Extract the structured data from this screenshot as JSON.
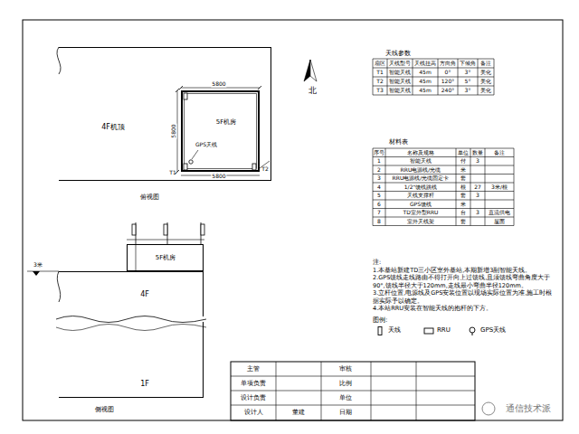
{
  "diagram": {
    "nodes": [
      {
        "text": [
          "4F机顶"
        ]
      },
      {
        "text": [
          "5F机房"
        ],
        "in": 0
      },
      {
        "text": [
          "5F机房"
        ]
      },
      {
        "text": [
          "4F"
        ]
      },
      {
        "text": [
          "1F"
        ]
      }
    ],
    "labels": [
      "俯视图",
      "侧视图",
      "北",
      "5800",
      "5800",
      "5800",
      "GPS天线",
      "T1",
      "T2",
      "3米",
      "天线参数",
      "扇区",
      "天线型号",
      "天线挂高",
      "方向角",
      "下倾角",
      "备注",
      "T1",
      "智能天线",
      "45m",
      "0°",
      "3°",
      "美化",
      "T2",
      "智能天线",
      "45m",
      "120°",
      "5°",
      "美化",
      "T3",
      "智能天线",
      "45m",
      "240°",
      "3°",
      "美化",
      "材料表",
      "序号",
      "名称及规格",
      "单位",
      "数量",
      "备注",
      "1",
      "智能天线",
      "付",
      "3",
      "2",
      "RRU电源线/光缆",
      "米",
      "3",
      "RRU电源线/光缆固定卡",
      "套",
      "4",
      "1/2\"馈线跳线",
      "根",
      "27",
      "3米/根",
      "5",
      "天线支撑杆",
      "套",
      "3",
      "6",
      "GPS馈线",
      "米",
      "7",
      "TD室外型RRU",
      "台",
      "3",
      "直流供电",
      "8",
      "室外天线架",
      "套",
      "屋面",
      "注:",
      "1.本基站新建TD三小区室外基站,本期新增3副智能天线。",
      "2.GPS馈线走线路由不得打开向上过馈线,且须馈线弯曲角度大于90°,馈线半径大于120mm,走线最小弯曲半径120mm。",
      "3.立杆位置,电源线及GPS安装位置以现场实际位置为准,施工时根据实际予以确定。",
      "4.本站RRU安装在智能天线的抱杆的下方。",
      "图例:",
      "主管",
      "审核",
      "单项负责",
      "比例",
      "设计负责",
      "单位",
      "设计人",
      "董建",
      "日期",
      "通信技术派"
    ],
    "legend": [
      {
        "text": "天线"
      },
      {
        "text": "RRU"
      },
      {
        "text": "GPS天线"
      }
    ]
  }
}
